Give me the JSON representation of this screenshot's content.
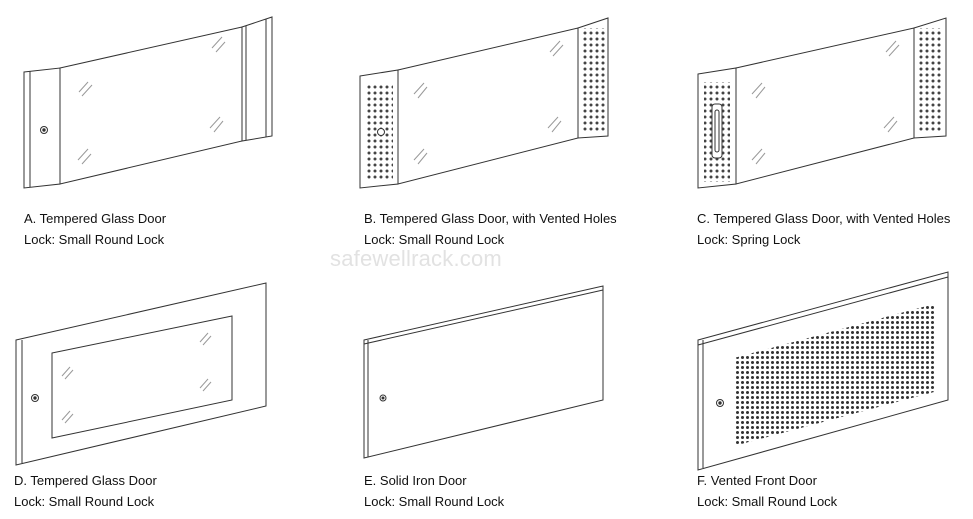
{
  "watermark": "safewellrack.com",
  "doors": [
    {
      "title": "A. Tempered Glass Door",
      "lock": "Lock: Small Round Lock"
    },
    {
      "title": "B. Tempered Glass Door, with Vented Holes",
      "lock": "Lock: Small Round Lock"
    },
    {
      "title": "C. Tempered Glass Door, with Vented Holes",
      "lock": "Lock: Spring Lock"
    },
    {
      "title": "D. Tempered Glass Door",
      "lock": "Lock: Small Round Lock"
    },
    {
      "title": "E. Solid Iron Door",
      "lock": "Lock: Small Round Lock"
    },
    {
      "title": "F. Vented Front Door",
      "lock": "Lock: Small Round Lock"
    }
  ]
}
